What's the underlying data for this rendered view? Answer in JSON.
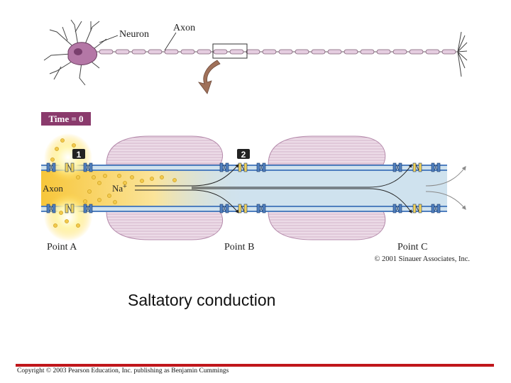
{
  "diagram": {
    "top_labels": {
      "neuron": "Neuron",
      "axon": "Axon"
    },
    "time_badge": "Time = 0",
    "axon_label": "Axon",
    "ion_label": "Na",
    "ion_charge": "+",
    "markers": {
      "first": "1",
      "second": "2"
    },
    "points": {
      "a": "Point A",
      "b": "Point B",
      "c": "Point C"
    },
    "credit": "© 2001 Sinauer Associates, Inc."
  },
  "slide": {
    "caption": "Saltatory conduction",
    "copyright": "Copyright © 2003 Pearson Education, Inc. publishing as Benjamin Cummings"
  },
  "colors": {
    "axon_fill": "#cfe2ee",
    "membrane_blue": "#4f7fbf",
    "myelin_pink": "#e8d3e2",
    "neuron_body": "#b477a6",
    "depolarized_yellow": "#f7c63a",
    "badge_bg": "#8a3a6c",
    "footer_red": "#c0161b"
  }
}
